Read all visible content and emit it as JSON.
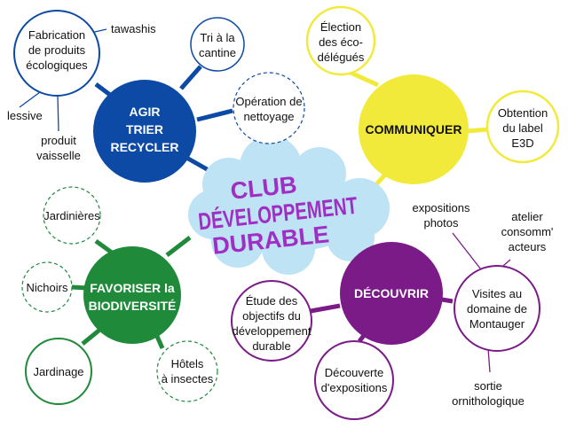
{
  "title": {
    "line1": "CLUB",
    "line2": "DÉVELOPPEMENT",
    "line3": "DURABLE"
  },
  "colors": {
    "blue": "#0d4aa5",
    "yellow": "#f2ea3b",
    "purple": "#7a1b88",
    "green": "#1e8a3a",
    "cloud": "#bde3f5",
    "title": "#a02ec4"
  },
  "hubs": {
    "agir": {
      "line1": "AGIR",
      "line2": "TRIER",
      "line3": "RECYCLER"
    },
    "communiquer": {
      "label": "COMMUNIQUER"
    },
    "biodiversite": {
      "line1": "FAVORISER la",
      "line2": "BIODIVERSITÉ"
    },
    "decouvrir": {
      "label": "DÉCOUVRIR"
    }
  },
  "nodes": {
    "fabrication": {
      "line1": "Fabrication",
      "line2": "de produits",
      "line3": "écologiques"
    },
    "tawashis": "tawashis",
    "lessive": "lessive",
    "produit_vaisselle": {
      "line1": "produit",
      "line2": "vaisselle"
    },
    "tri_cantine": {
      "line1": "Tri à la",
      "line2": "cantine"
    },
    "operation_nettoyage": {
      "line1": "Opération de",
      "line2": "nettoyage"
    },
    "election": {
      "line1": "Élection",
      "line2": "des éco-",
      "line3": "délégués"
    },
    "label_e3d": {
      "line1": "Obtention",
      "line2": "du label",
      "line3": "E3D"
    },
    "jardinieres": "Jardinières",
    "nichoirs": "Nichoirs",
    "jardinage": "Jardinage",
    "hotels": {
      "line1": "Hôtels",
      "line2": "à insectes"
    },
    "etude_objectifs": {
      "line1": "Étude des",
      "line2": "objectifs du",
      "line3": "développement",
      "line4": "durable"
    },
    "decouverte_expo": {
      "line1": "Découverte",
      "line2": "d'expositions"
    },
    "visites": {
      "line1": "Visites au",
      "line2": "domaine de",
      "line3": "Montauger"
    },
    "expositions_photos": {
      "line1": "expositions",
      "line2": "photos"
    },
    "atelier": {
      "line1": "atelier",
      "line2": "consomm'",
      "line3": "acteurs"
    },
    "sortie": {
      "line1": "sortie",
      "line2": "ornithologique"
    }
  }
}
